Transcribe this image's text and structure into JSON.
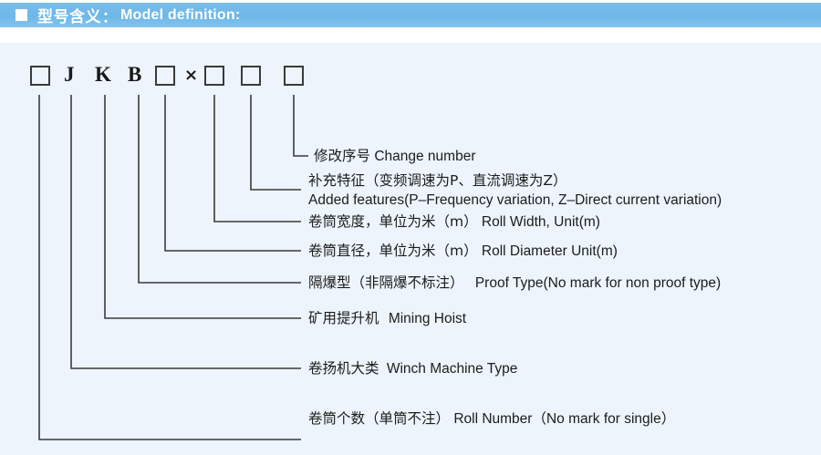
{
  "header": {
    "bullet_icon": "square-bullet-icon",
    "title_cn": "型号含义",
    "colon": "：",
    "title_en": "Model definition:",
    "bar_color": "#6eb7e8",
    "text_color": "#ffffff"
  },
  "panel": {
    "background_color": "#edf4fb",
    "line_color": "#3a3a3a"
  },
  "model_code": {
    "segments": [
      {
        "type": "box",
        "text": "",
        "name": "code-box-roll-number"
      },
      {
        "type": "letter",
        "text": "J",
        "name": "code-letter-j"
      },
      {
        "type": "letter",
        "text": "K",
        "name": "code-letter-k"
      },
      {
        "type": "letter",
        "text": "B",
        "name": "code-letter-b"
      },
      {
        "type": "box",
        "text": "",
        "name": "code-box-proof-type"
      },
      {
        "type": "times",
        "text": "×",
        "name": "code-multiply-sign"
      },
      {
        "type": "box",
        "text": "",
        "name": "code-box-roll-diameter"
      },
      {
        "type": "box",
        "text": "",
        "name": "code-box-roll-width"
      },
      {
        "type": "box",
        "text": "",
        "name": "code-box-change-number"
      }
    ]
  },
  "descriptions": [
    {
      "id": "change-number",
      "cn": "修改序号",
      "en": "Change number",
      "en2": ""
    },
    {
      "id": "added-features",
      "cn": "补充特征（变频调速为P、直流调速为Z）",
      "en": "",
      "en2": "Added features(P–Frequency variation, Z–Direct current variation)"
    },
    {
      "id": "roll-width",
      "cn": "卷筒宽度，单位为米（m）",
      "en": "Roll Width, Unit(m)",
      "en2": ""
    },
    {
      "id": "roll-diameter",
      "cn": "卷筒直径，单位为米（m）",
      "en": "Roll Diameter Unit(m)",
      "en2": ""
    },
    {
      "id": "proof-type",
      "cn": "隔爆型（非隔爆不标注）",
      "en": "Proof Type(No mark for non proof type)",
      "en2": ""
    },
    {
      "id": "mining-hoist",
      "cn": "矿用提升机",
      "en": "Mining Hoist",
      "en2": ""
    },
    {
      "id": "winch-machine-type",
      "cn": "卷扬机大类",
      "en": "Winch Machine Type",
      "en2": ""
    },
    {
      "id": "roll-number",
      "cn": "卷筒个数（单筒不注）",
      "en": "Roll Number（No mark for single）",
      "en2": ""
    }
  ]
}
